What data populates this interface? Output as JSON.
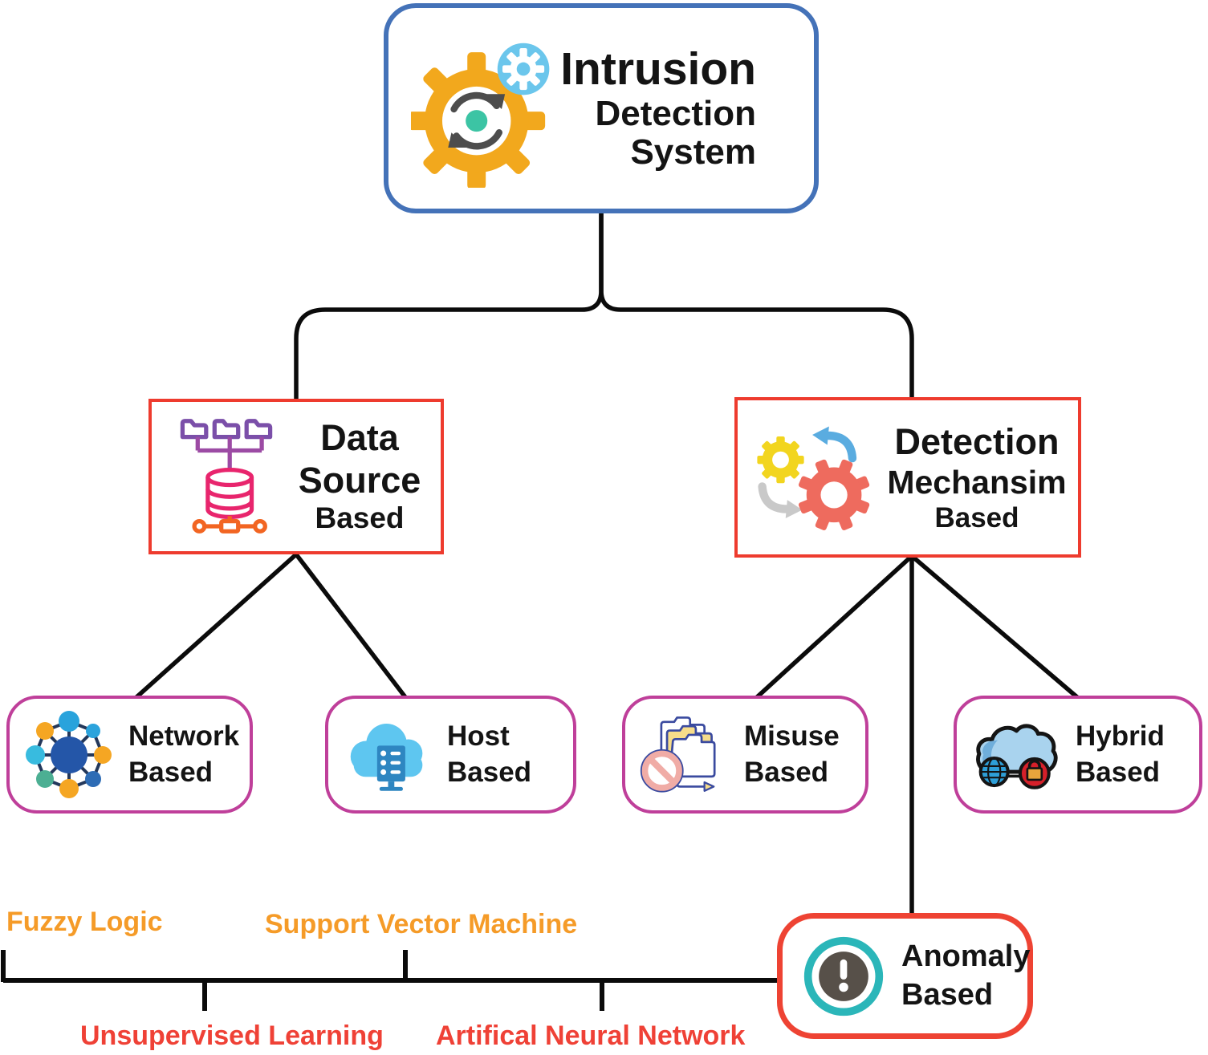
{
  "diagram_title": "Intrusion Detection System taxonomy",
  "colors": {
    "root_border": "#4472B8",
    "category_border": "#EE3B2E",
    "leaf_border": "#BF3F9A",
    "anomaly_border": "#EE4333",
    "connector": "#0B0B0B",
    "technique_orange": "#F59B28",
    "technique_red": "#EF4136"
  },
  "nodes": {
    "root": {
      "icon": "gears-sync-icon",
      "lines": [
        "Intrusion",
        "Detection",
        "System"
      ]
    },
    "data_source": {
      "icon": "folders-database-icon",
      "lines": [
        "Data",
        "Source",
        "Based"
      ]
    },
    "detection_mechanism": {
      "icon": "rotating-gears-icon",
      "lines": [
        "Detection",
        "Mechansim",
        "Based"
      ]
    },
    "network": {
      "icon": "network-hub-icon",
      "lines": [
        "Network",
        "Based"
      ]
    },
    "host": {
      "icon": "cloud-server-icon",
      "lines": [
        "Host",
        "Based"
      ]
    },
    "misuse": {
      "icon": "blocked-folder-icon",
      "lines": [
        "Misuse",
        "Based"
      ]
    },
    "hybrid": {
      "icon": "cloud-globe-lock-icon",
      "lines": [
        "Hybrid",
        "Based"
      ]
    },
    "anomaly": {
      "icon": "alert-exclamation-icon",
      "lines": [
        "Anomaly",
        "Based"
      ]
    }
  },
  "techniques": {
    "fuzzy_logic": "Fuzzy Logic",
    "support_vector_machine": "Support Vector Machine",
    "unsupervised_learning": "Unsupervised Learning",
    "artificial_neural_network": "Artifical Neural Network"
  }
}
